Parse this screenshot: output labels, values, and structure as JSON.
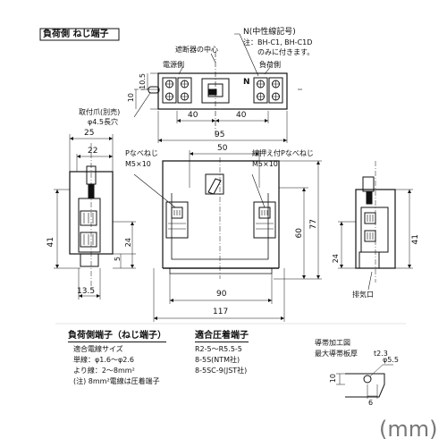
{
  "header": {
    "title": "負荷側 ねじ端子"
  },
  "labels": {
    "neutral": "N(中性線記号)",
    "note_line1": "注：BH-C1, BH-C1D",
    "note_line2": "のみに付きます。",
    "breaker_center": "遮断器の中心",
    "supply_side": "電源側",
    "load_side": "負荷側",
    "n_mark": "N",
    "mount_claw": "取付爪(別売)",
    "mount_hole": "φ4.5長穴",
    "p_screw": "Pなべねじ",
    "p_screw_size": "M5×10",
    "washer_screw": "線押え付Pなべねじ",
    "washer_screw_size": "M5×10",
    "vent": "排気口"
  },
  "dimensions": {
    "d10_5": "10.5",
    "d10": "10",
    "d40a": "40",
    "d40b": "40",
    "d95": "95",
    "d25": "25",
    "d22": "22",
    "d50": "50",
    "d41a": "41",
    "d5": "5",
    "d24a": "24",
    "d13_5": "13.5",
    "d60": "60",
    "d77": "77",
    "d90": "90",
    "d117": "117",
    "d24b": "24",
    "d41b": "41"
  },
  "wire_spec": {
    "title": "負荷側端子（ねじ端子）",
    "line1": "適合電線サイズ",
    "line2": "単線：φ1.6～φ2.6",
    "line3": "より線：2～8mm²",
    "line4": "(注) 8mm²電線は圧着端子"
  },
  "crimp_spec": {
    "title": "適合圧着端子",
    "line1": "R2-5～R5.5-5",
    "line2": "8-5S(NTM社)",
    "line3": "8-5SC-9(JST社)"
  },
  "busbar": {
    "title": "導帯加工図",
    "thick_label": "最大導帯板厚",
    "thick_value": "t2.3",
    "d10": "10",
    "d6": "6",
    "hole": "φ5.5"
  },
  "unit": "(mm)"
}
